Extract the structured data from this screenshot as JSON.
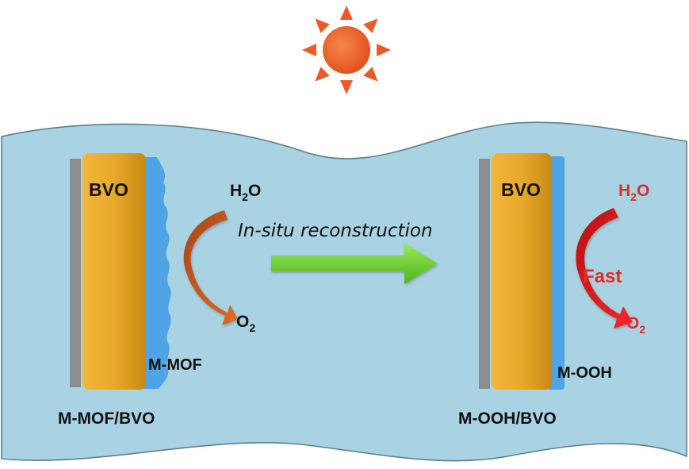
{
  "left_panel": {
    "electrode_label": "BVO",
    "coating_label": "M-MOF",
    "caption": "M-MOF/BVO",
    "reactant": {
      "main": "H",
      "sub": "2",
      "tail": "O"
    },
    "product": {
      "main": "O",
      "sub": "2"
    }
  },
  "process": {
    "label": "In-situ reconstruction"
  },
  "right_panel": {
    "electrode_label": "BVO",
    "coating_label": "M-OOH",
    "caption": "M-OOH/BVO",
    "rate_label": "Fast",
    "reactant": {
      "main": "H",
      "sub": "2",
      "tail": "O"
    },
    "product": {
      "main": "O",
      "sub": "2"
    }
  },
  "colors": {
    "water": "#a9d3e3",
    "sun": "#ec5b27",
    "bvo": "#e8a92a",
    "substrate": "#8a8e90",
    "coating": "#4ea4e4",
    "left_arrow": "#c9531e",
    "right_arrow": "#e02020",
    "process_arrow": "#6fd12a",
    "right_text": "#e52a2a"
  }
}
